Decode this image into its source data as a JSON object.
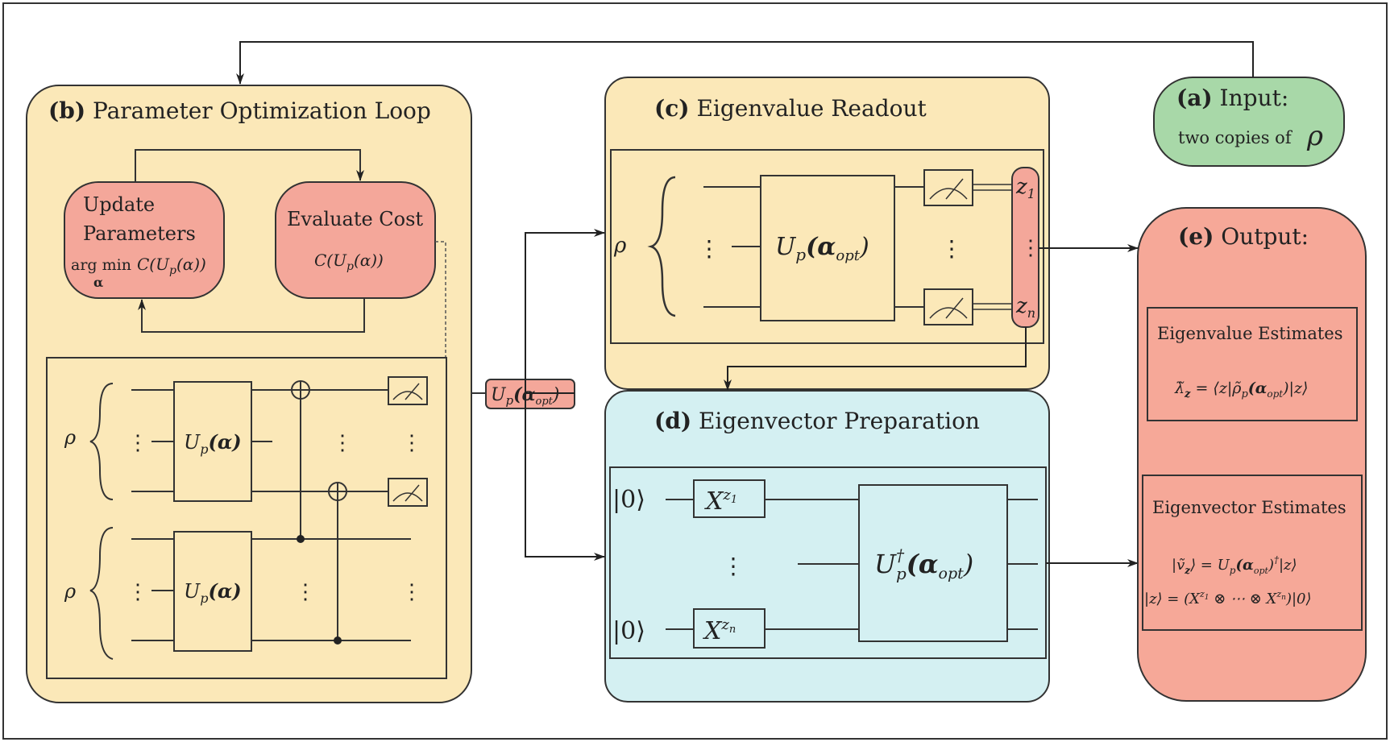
{
  "colors": {
    "panel_beige": "#fbe8b8",
    "panel_cyan": "#d4f0f2",
    "panel_green": "#a8d8a8",
    "panel_red": "#f6a898",
    "node_red": "#f4a79a",
    "stroke": "#333333"
  },
  "panel_a": {
    "tag": "(a)",
    "title": "Input:",
    "sub": "two copies of",
    "rho": "ρ"
  },
  "panel_b": {
    "tag": "(b)",
    "title": "Parameter Optimization Loop",
    "update_l1": "Update",
    "update_l2": "Parameters",
    "update_l3": "arg min",
    "update_sub": "α",
    "update_formula": "C(U",
    "update_formula_p": "p",
    "update_formula_end": "(α))",
    "eval_l1": "Evaluate Cost",
    "eval_formula": "C(U",
    "eval_formula_p": "p",
    "eval_formula_end": "(α))",
    "rho": "ρ",
    "gate_U": "U",
    "gate_p": "p",
    "gate_arg": "(α)",
    "dots": "⋮"
  },
  "transfer": {
    "U": "U",
    "p": "p",
    "arg": "(α",
    "opt": "opt",
    "close": ")"
  },
  "panel_c": {
    "tag": "(c)",
    "title": "Eigenvalue Readout",
    "rho": "ρ",
    "z": "z",
    "z1": "1",
    "zn": "n"
  },
  "panel_d": {
    "tag": "(d)",
    "title": "Eigenvector Preparation",
    "ket0": "|0⟩",
    "X": "X",
    "dagger": "†"
  },
  "panel_e": {
    "tag": "(e)",
    "title": "Output:",
    "val_title": "Eigenvalue Estimates",
    "val_formula": "λ̃",
    "val_formula_rest": " = ⟨z|ρ̃",
    "val_formula_end": "(α",
    "val_formula_close": ")|z⟩",
    "vec_title": "Eigenvector Estimates",
    "vec_line1a": "|ṽ",
    "vec_line1b": "⟩ = U",
    "vec_line1c": "(α",
    "vec_line1d": ")",
    "vec_line1e": "|z⟩",
    "vec_line2a": "|z⟩  = (X",
    "vec_line2b": " ⊗ ⋯ ⊗ X",
    "vec_line2c": ")|0⟩"
  }
}
